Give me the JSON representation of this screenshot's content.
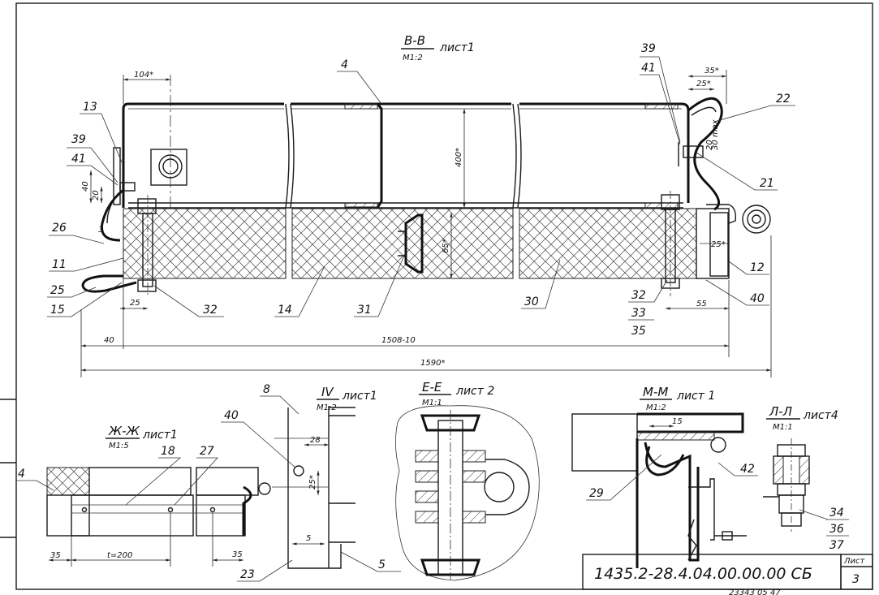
{
  "sections": {
    "vv": {
      "title": "В-В",
      "scale": "М1:2",
      "sheet": "лист1"
    },
    "iv": {
      "title": "IV",
      "scale": "М1:2",
      "sheet": "лист1"
    },
    "ee": {
      "title": "Е-Е",
      "scale": "М1:1",
      "sheet": "лист 2"
    },
    "zhzh": {
      "title": "Ж-Ж",
      "scale": "М1:5",
      "sheet": "лист1"
    },
    "mm": {
      "title": "М-М",
      "scale": "М1:2",
      "sheet": "лист 1"
    },
    "ll": {
      "title": "Л-Л",
      "scale": "М1:1",
      "sheet": "лист4"
    }
  },
  "callouts": {
    "c4a": "4",
    "c39a": "39",
    "c41a": "41",
    "c22": "22",
    "c13": "13",
    "c39b": "39",
    "c41b": "41",
    "c21": "21",
    "c26": "26",
    "c11": "11",
    "c25": "25",
    "c15": "15",
    "c32a": "32",
    "c14": "14",
    "c31": "31",
    "c30": "30",
    "c32b": "32",
    "c33": "33",
    "c35": "35",
    "c40a": "40",
    "c12": "12",
    "c8": "8",
    "c40b": "40",
    "c18": "18",
    "c27": "27",
    "c4b": "4",
    "c23": "23",
    "c5": "5",
    "c29": "29",
    "c42": "42",
    "c34": "34",
    "c36": "36",
    "c37": "37"
  },
  "dims": {
    "d104": "104*",
    "d35s": "35*",
    "d25s": "25*",
    "d30max": "30 max",
    "d20": "20",
    "d40v": "40",
    "d20b": "20",
    "d3": "3",
    "d400": "400*",
    "d65": "65*",
    "d25right": "25*",
    "d25": "25",
    "d40": "40",
    "d1508": "1508-10",
    "d1590": "1590*",
    "d55": "55",
    "d28": "28",
    "d25iv": "25*",
    "d5": "5",
    "d35a": "35",
    "d35b": "35",
    "d15": "15",
    "dt": "t=200"
  },
  "title_block": {
    "code": "1435.2-28.4.04.00.00.00 СБ",
    "sheet_label": "Лист",
    "sheet_no": "3"
  },
  "footer": {
    "stamp": "23343 05 47"
  }
}
